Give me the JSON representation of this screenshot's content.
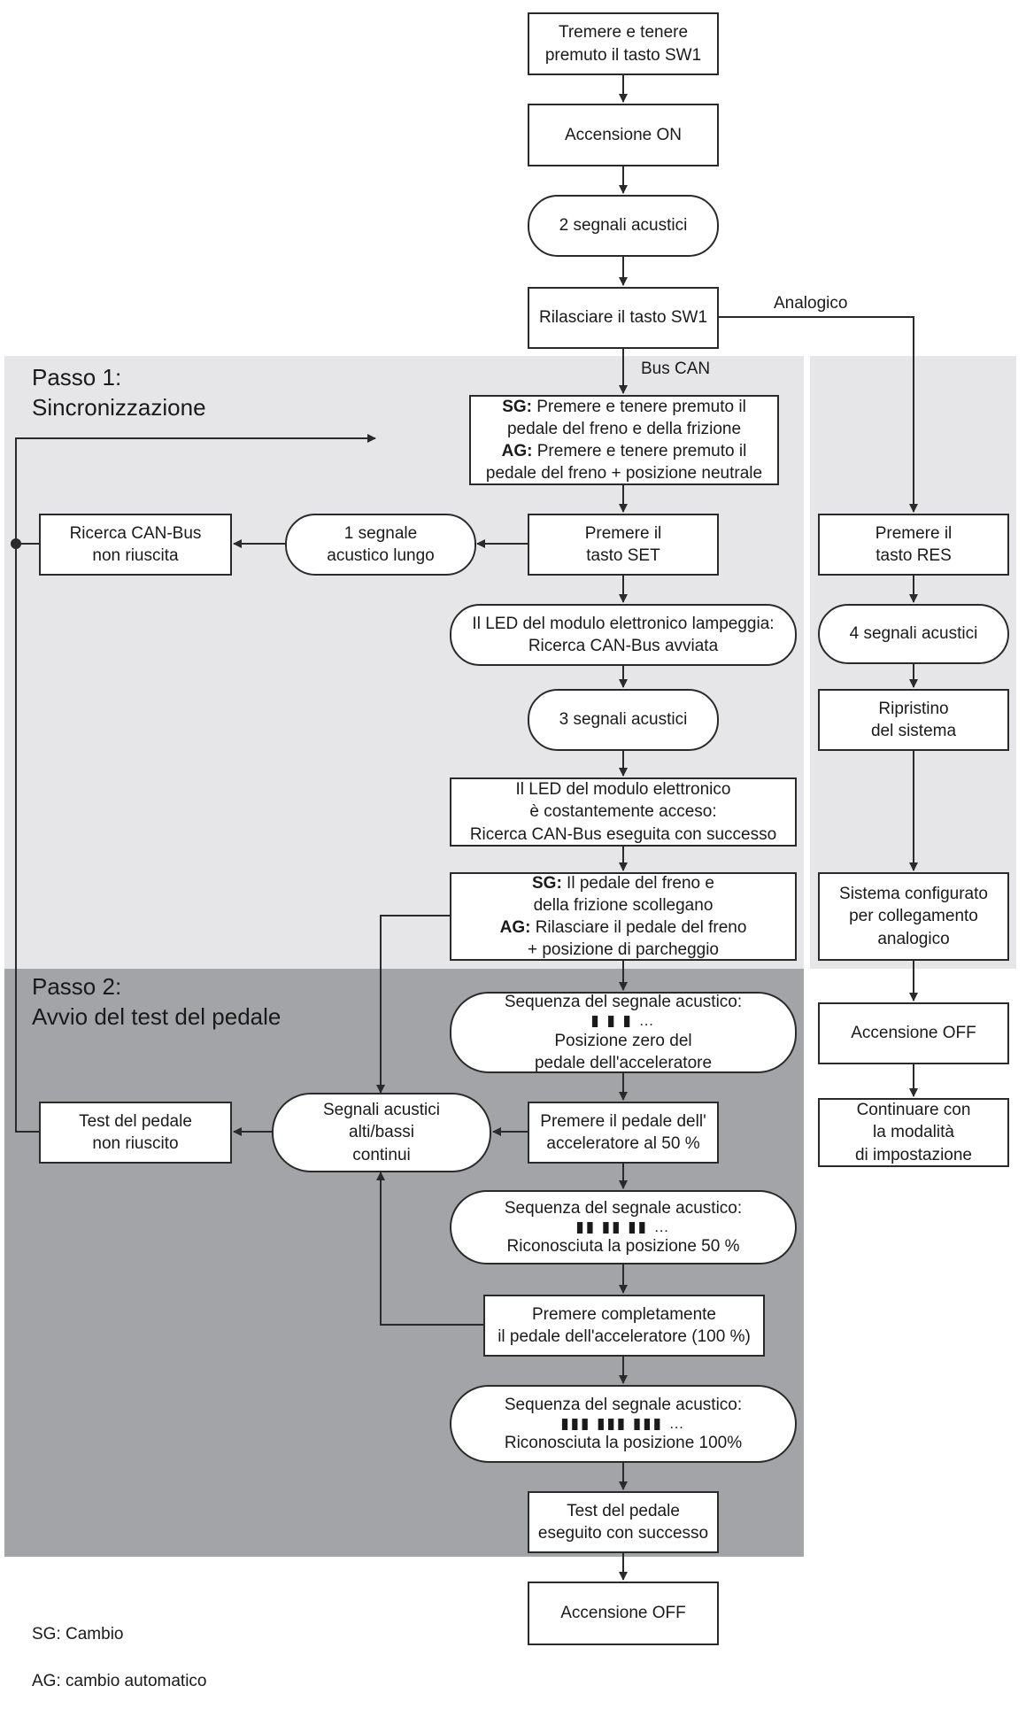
{
  "steps": {
    "step1": "Passo 1:\nSincronizzazione",
    "step2": "Passo 2:\nAvvio del test del pedale"
  },
  "edge_labels": {
    "analog": "Analogico",
    "can": "Bus CAN"
  },
  "nodes": {
    "hold_sw1": "Tremere e tenere\npremuto il tasto SW1",
    "ignition_on": "Accensione ON",
    "beeps_2": "2 segnali acustici",
    "release_sw1": "Rilasciare il tasto SW1",
    "sync_instr": {
      "sg_label": "SG:",
      "sg_text": " Premere e tenere premuto il\npedale del freno e della frizione",
      "ag_label": "AG:",
      "ag_text": " Premere e tenere premuto il\npedale del freno + posizione neutrale"
    },
    "press_set": "Premere il\ntasto SET",
    "long_beep": "1 segnale\nacustico lungo",
    "can_fail": "Ricerca CAN-Bus\nnon riuscita",
    "led_flash": "Il LED del modulo elettronico lampeggia:\nRicerca CAN-Bus avviata",
    "beeps_3": "3 segnali acustici",
    "led_on": "Il LED del modulo elettronico\nè costantemente acceso:\nRicerca CAN-Bus eseguita con successo",
    "release_instr": {
      "sg_label": "SG:",
      "sg_text": " Il pedale del freno e\ndella frizione scollegano",
      "ag_label": "AG:",
      "ag_text": " Rilasciare il pedale del freno\n+ posizione di parcheggio"
    },
    "seq_zero": {
      "head": "Sequenza del segnale acustico:",
      "pattern": "▮   ▮   ▮  …",
      "text": "Posizione zero del\npedale dell'acceleratore"
    },
    "press_50": "Premere il pedale dell'\nacceleratore al 50 %",
    "continuous": "Segnali acustici\nalti/bassi\ncontinui",
    "pedal_fail": "Test del pedale\nnon riuscito",
    "seq_50": {
      "head": "Sequenza del segnale acustico:",
      "pattern": "▮▮  ▮▮  ▮▮  …",
      "text": "Riconosciuta la posizione 50 %"
    },
    "press_100": "Premere completamente\nil pedale dell'acceleratore (100 %)",
    "seq_100": {
      "head": "Sequenza del segnale acustico:",
      "pattern": "▮▮▮ ▮▮▮ ▮▮▮ …",
      "text": "Riconosciuta la posizione 100%"
    },
    "pedal_ok": "Test del pedale\neseguito con successo",
    "ignition_off_main": "Accensione OFF",
    "press_res": "Premere il\ntasto RES",
    "beeps_4": "4 segnali acustici",
    "system_reset": "Ripristino\ndel sistema",
    "analog_config": "Sistema configurato\nper collegamento\nanalogico",
    "ignition_off_analog": "Accensione OFF",
    "continue_setup": "Continuare con\nla modalità\ndi impostazione"
  },
  "legend": {
    "sg": "SG: Cambio",
    "ag": "AG: cambio automatico"
  },
  "colors": {
    "step1_bg": "#e6e6e8",
    "step2_bg": "#a3a4a8",
    "line": "#2a2a2a"
  }
}
